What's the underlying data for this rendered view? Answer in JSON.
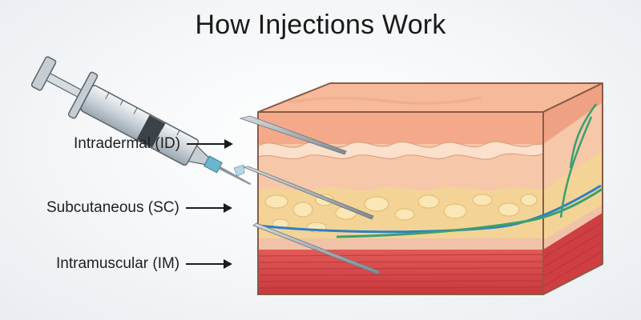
{
  "title": "How Injections Work",
  "labels": {
    "intradermal": "Intradermal (ID)",
    "subcutaneous": "Subcutaneous (SC)",
    "intramuscular": "Intramuscular (IM)"
  },
  "colors": {
    "epidermis": "#f3a98a",
    "dermis": "#f6c7a8",
    "subcutaneous_fat": "#f3d496",
    "muscle": "#d9484a",
    "vein": "#2f7fc4",
    "nerve": "#3aa070",
    "syringe_barrel": "#b9c4cb",
    "needle": "#8a949b"
  }
}
